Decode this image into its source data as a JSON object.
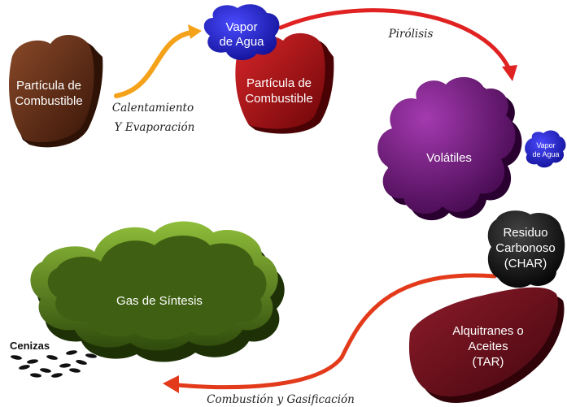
{
  "nodes": {
    "fuel_particle_raw": {
      "line1": "Partícula de",
      "line2": "Combustible",
      "color": "#5a2a14"
    },
    "water_vapor_top": {
      "line1": "Vapor",
      "line2": "de Agua",
      "color": "#1a1ad6"
    },
    "fuel_particle_heated": {
      "line1": "Partícula de",
      "line2": "Combustible",
      "color": "#a50f12"
    },
    "volatiles": {
      "label": "Volátiles",
      "color": "#6a0d78"
    },
    "water_vapor_small": {
      "line1": "Vapor",
      "line2": "de Agua",
      "color": "#1a1ad6"
    },
    "char": {
      "line1": "Residuo",
      "line2": "Carbonoso",
      "line3": "(CHAR)",
      "color": "#111111"
    },
    "tar": {
      "line1": "Alquitranes o",
      "line2": "Aceites",
      "line3": "(TAR)",
      "color": "#6b0f1e"
    },
    "syngas": {
      "label": "Gas de Síntesis",
      "color": "#3f6012"
    },
    "ash": {
      "label": "Cenizas"
    }
  },
  "steps": {
    "heating_line1": "Calentamiento",
    "heating_line2": "Y Evaporación",
    "pyrolysis": "Pirólisis",
    "combustion": "Combustión y Gasificación"
  },
  "colors": {
    "arrow_heating": "#f5a21b",
    "arrow_pyrolysis": "#e02222",
    "arrow_combustion": "#e23a1a"
  }
}
